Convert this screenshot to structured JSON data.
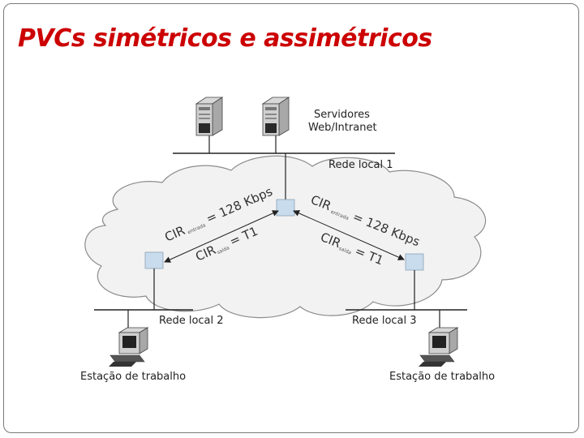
{
  "title": "PVCs simétricos e assimétricos",
  "servers_label_line1": "Servidores",
  "servers_label_line2": "Web/Intranet",
  "lan1_label": "Rede local 1",
  "lan2_label": "Rede local 2",
  "lan3_label": "Rede local 3",
  "workstation_left_label": "Estação de trabalho",
  "workstation_right_label": "Estação de trabalho",
  "left_link": {
    "cir_in": "CIR",
    "cir_in_sub": "entrada",
    "cir_in_value": "= 128 Kbps",
    "cir_out": "CIR",
    "cir_out_sub": "saída",
    "cir_out_value": "= T1"
  },
  "right_link": {
    "cir_in": "CIR",
    "cir_in_sub": "entrada",
    "cir_in_value": "= 128 Kbps",
    "cir_out": "CIR",
    "cir_out_sub": "saída",
    "cir_out_value": "= T1"
  },
  "colors": {
    "title": "#cc0000",
    "cloud_fill": "#f2f2f2",
    "cloud_stroke": "#8c8c8c",
    "switch_fill": "#c9dced"
  }
}
